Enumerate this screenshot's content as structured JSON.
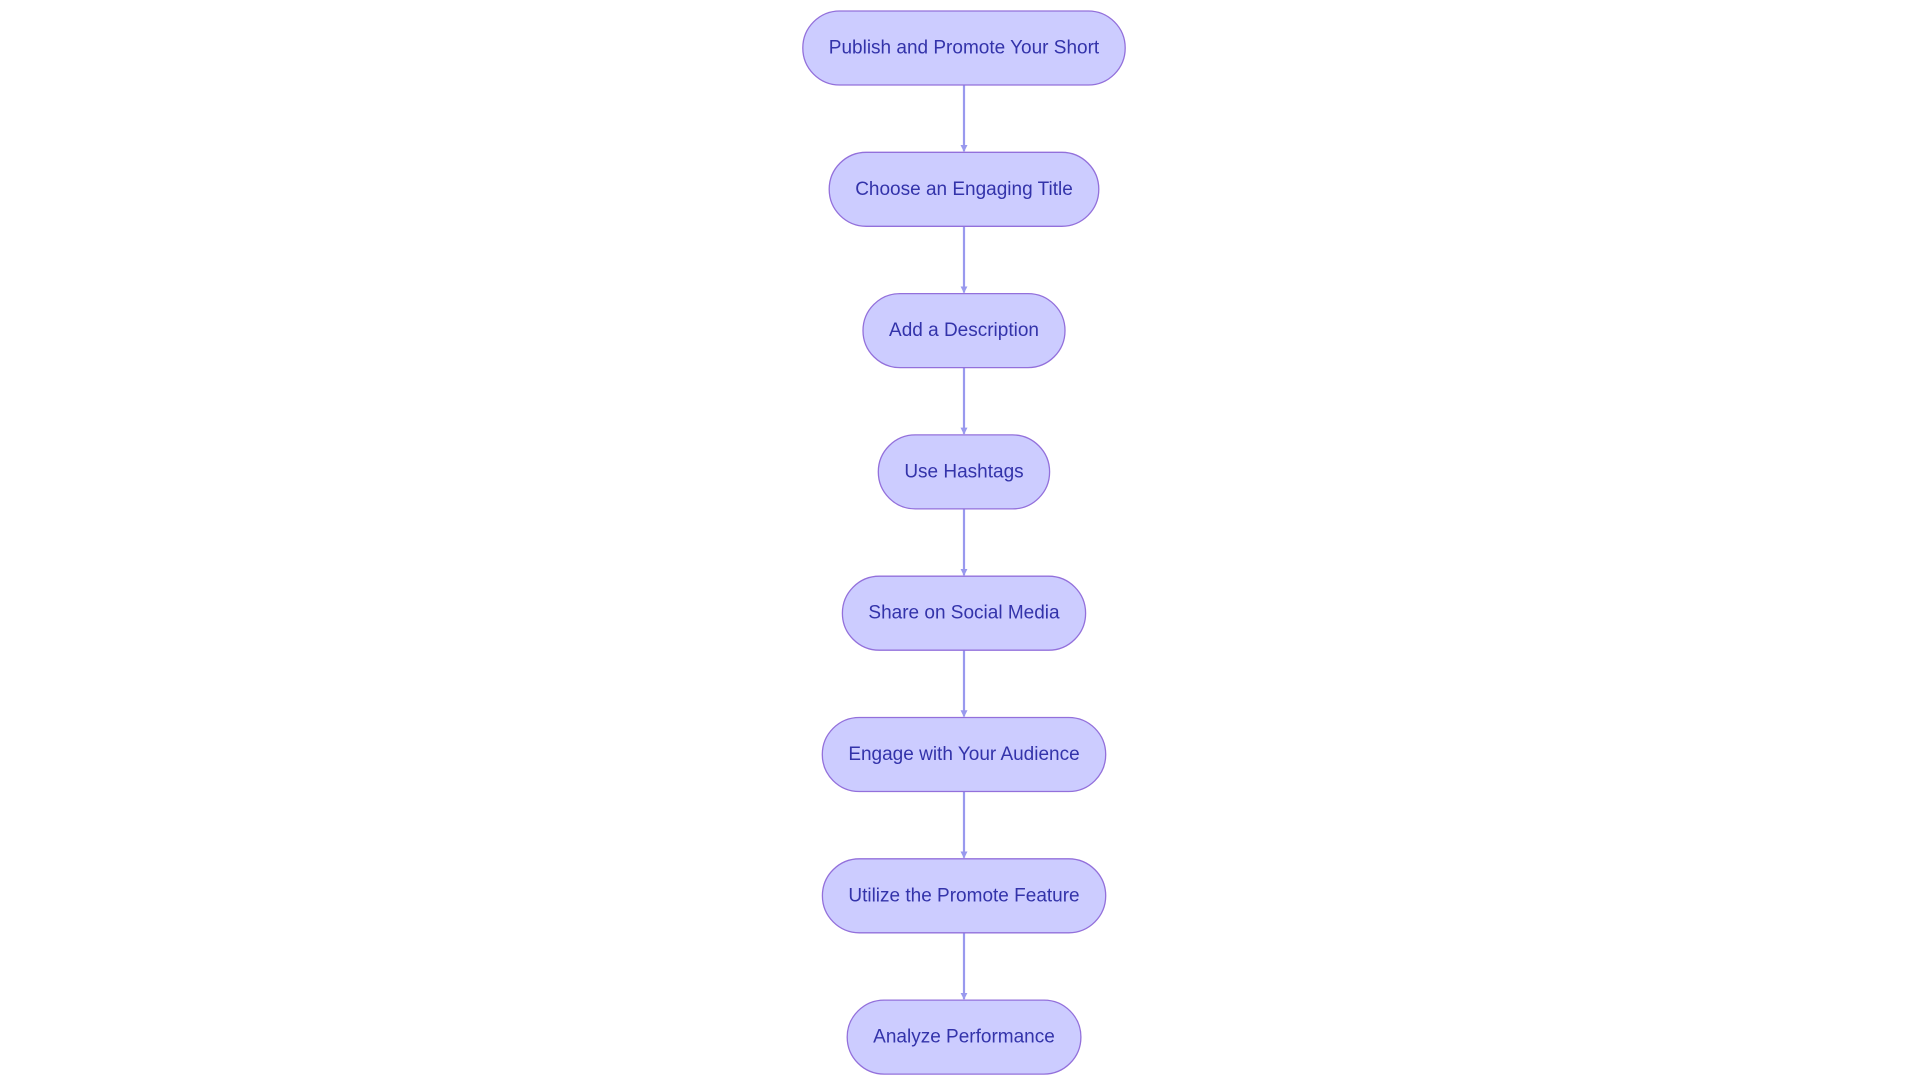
{
  "colors": {
    "node_fill": "#CCCCFF",
    "node_stroke": "#9370DB",
    "node_text": "#3333AA",
    "edge": "#9999EE",
    "background": "#FFFFFF"
  },
  "flowchart": {
    "nodes": [
      {
        "id": "publish",
        "label": "Publish and Promote Your Short"
      },
      {
        "id": "title",
        "label": "Choose an Engaging Title"
      },
      {
        "id": "description",
        "label": "Add a Description"
      },
      {
        "id": "hashtags",
        "label": "Use Hashtags"
      },
      {
        "id": "social",
        "label": "Share on Social Media"
      },
      {
        "id": "engage",
        "label": "Engage with Your Audience"
      },
      {
        "id": "promote",
        "label": "Utilize the Promote Feature"
      },
      {
        "id": "analyze",
        "label": "Analyze Performance"
      }
    ],
    "edges": [
      {
        "from": "publish",
        "to": "title"
      },
      {
        "from": "title",
        "to": "description"
      },
      {
        "from": "description",
        "to": "hashtags"
      },
      {
        "from": "hashtags",
        "to": "social"
      },
      {
        "from": "social",
        "to": "engage"
      },
      {
        "from": "engage",
        "to": "promote"
      },
      {
        "from": "promote",
        "to": "analyze"
      }
    ]
  }
}
